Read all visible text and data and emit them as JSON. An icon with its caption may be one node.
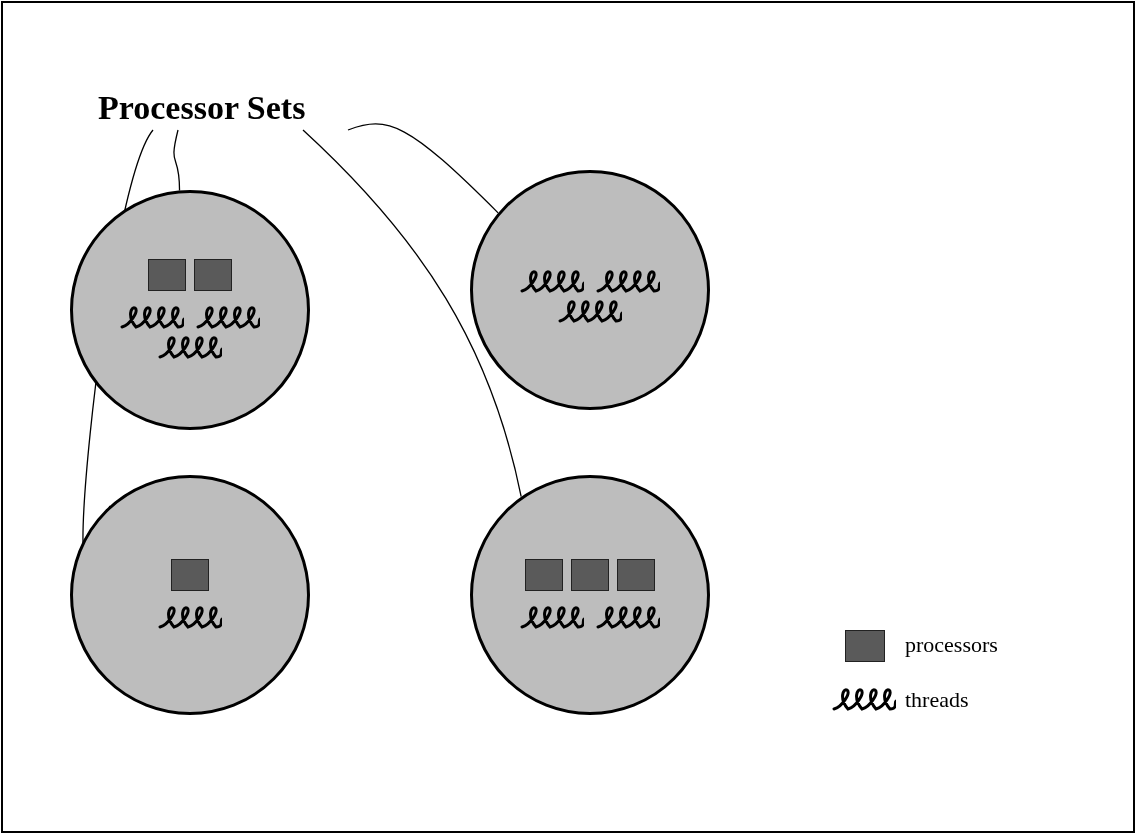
{
  "diagram": {
    "nodes": [
      {
        "text": [
          "Processor Sets"
        ]
      },
      {
        "text": [],
        "shape": "circle"
      },
      {
        "text": [],
        "shape": "box",
        "in": 1
      },
      {
        "text": [],
        "shape": "box",
        "in": 1
      },
      {
        "text": [],
        "shape": "coil",
        "in": 1
      },
      {
        "text": [],
        "shape": "coil",
        "in": 1
      },
      {
        "text": [],
        "shape": "coil",
        "in": 1
      },
      {
        "text": [],
        "shape": "circle"
      },
      {
        "text": [],
        "shape": "coil",
        "in": 7
      },
      {
        "text": [],
        "shape": "coil",
        "in": 7
      },
      {
        "text": [],
        "shape": "coil",
        "in": 7
      },
      {
        "text": [],
        "shape": "circle"
      },
      {
        "text": [],
        "shape": "box",
        "in": 11
      },
      {
        "text": [],
        "shape": "coil",
        "in": 11
      },
      {
        "text": [],
        "shape": "circle"
      },
      {
        "text": [],
        "shape": "box",
        "in": 14
      },
      {
        "text": [],
        "shape": "box",
        "in": 14
      },
      {
        "text": [],
        "shape": "box",
        "in": 14
      },
      {
        "text": [],
        "shape": "coil",
        "in": 14
      },
      {
        "text": [],
        "shape": "coil",
        "in": 14
      }
    ],
    "edges": [
      {
        "from": 0,
        "to": 11,
        "arrow": "none"
      },
      {
        "from": 0,
        "to": 1,
        "arrow": "none"
      },
      {
        "from": 0,
        "to": 14,
        "arrow": "none"
      },
      {
        "from": 0,
        "to": 7,
        "arrow": "none"
      }
    ],
    "legend": [
      {
        "text": "processors",
        "color": "#5a5a5a"
      },
      {
        "text": "threads"
      }
    ]
  }
}
